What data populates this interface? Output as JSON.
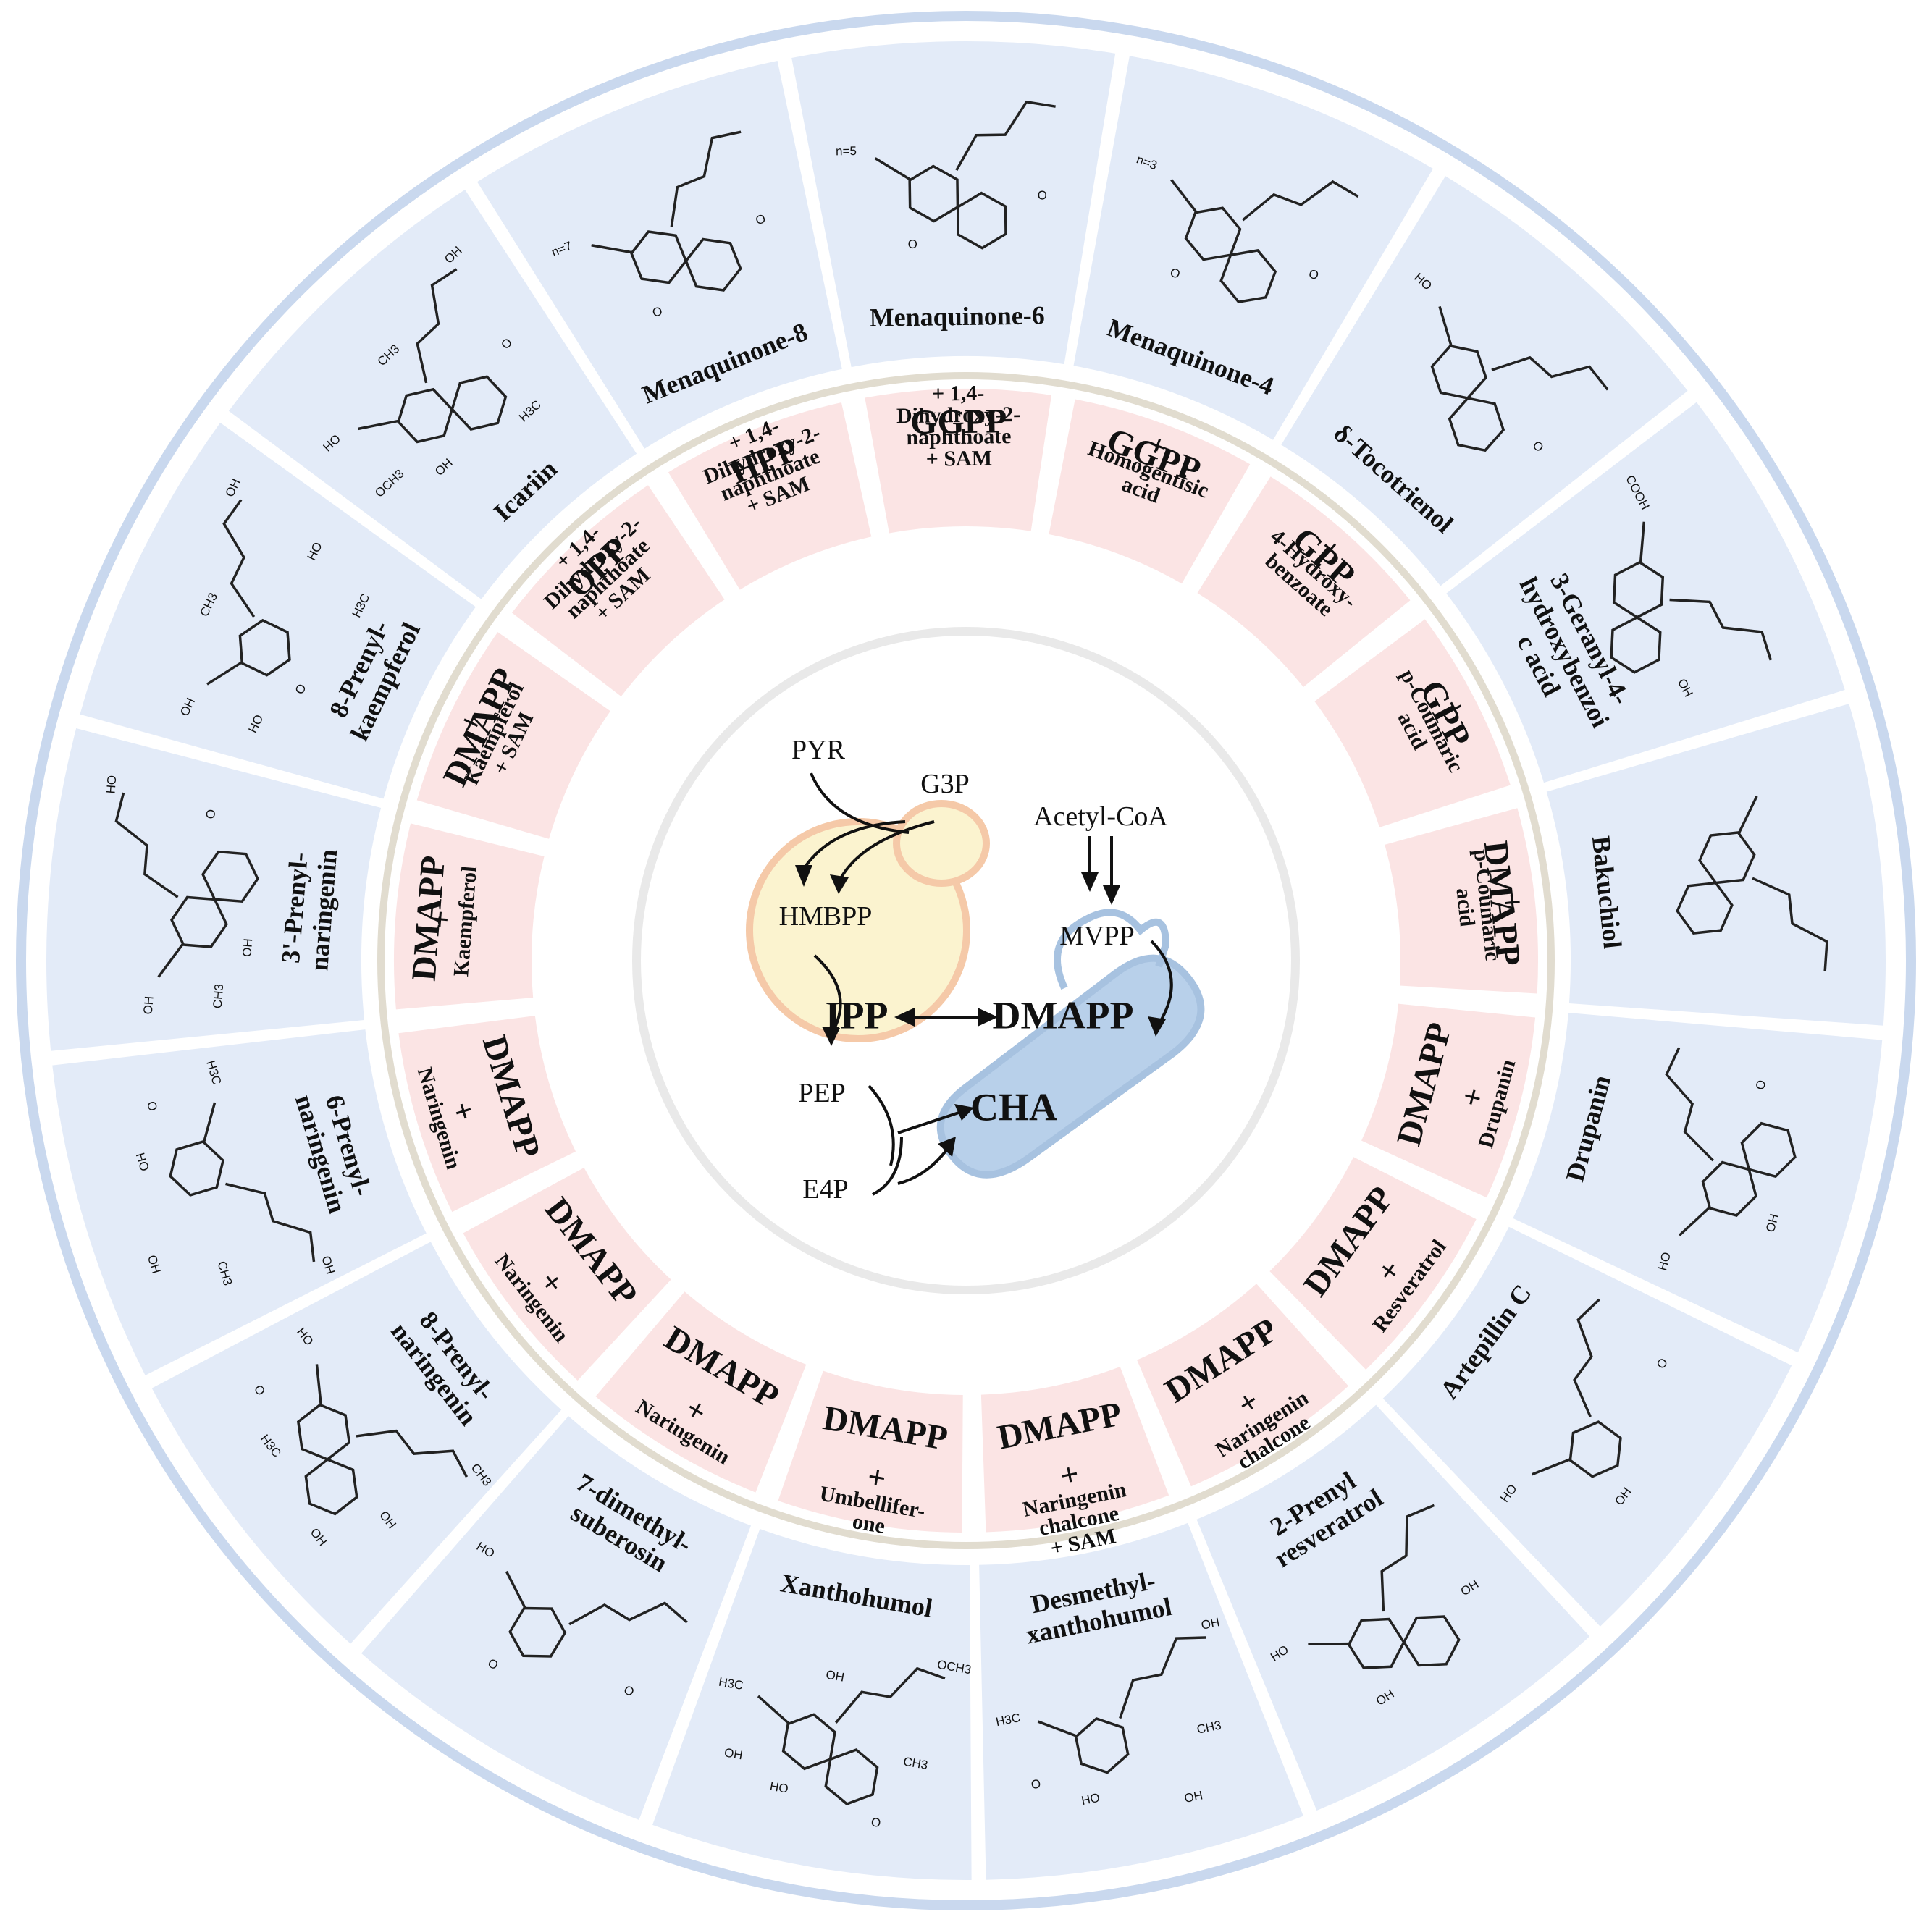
{
  "outer_products": [
    {
      "name": [
        "Drupanin"
      ],
      "atoms": [
        "HO",
        "O",
        "OH"
      ]
    },
    {
      "name": [
        "Artepillin C"
      ],
      "atoms": [
        "HO",
        "O",
        "OH"
      ]
    },
    {
      "name": [
        "2-Prenyl",
        "resveratrol"
      ],
      "atoms": [
        "HO",
        "OH",
        "OH"
      ]
    },
    {
      "name": [
        "Desmethyl-",
        "xanthohumol"
      ],
      "atoms": [
        "H3C",
        "CH3",
        "HO",
        "OH",
        "O",
        "OH"
      ]
    },
    {
      "name": [
        "Xanthohumol"
      ],
      "atoms": [
        "H3C",
        "CH3",
        "HO",
        "OCH3",
        "OH",
        "O",
        "OH"
      ]
    },
    {
      "name": [
        "7-dimethyl-",
        "suberosin"
      ],
      "atoms": [
        "HO",
        "O",
        "O"
      ]
    },
    {
      "name": [
        "8-Prenyl-",
        "naringenin"
      ],
      "atoms": [
        "HO",
        "OH",
        "H3C",
        "CH3",
        "O",
        "OH"
      ]
    },
    {
      "name": [
        "6-Prenyl-",
        "naringenin"
      ],
      "atoms": [
        "H3C",
        "CH3",
        "HO",
        "OH",
        "O",
        "OH"
      ]
    },
    {
      "name": [
        "3'-Prenyl-",
        "naringenin"
      ],
      "atoms": [
        "OH",
        "O",
        "OH",
        "HO",
        "CH3"
      ]
    },
    {
      "name": [
        "8-Prenyl-",
        "kaempferol"
      ],
      "atoms": [
        "OH",
        "HO",
        "O",
        "OH",
        "HO",
        "H3C",
        "CH3"
      ]
    },
    {
      "name": [
        "Icariin"
      ],
      "atoms": [
        "HO",
        "O",
        "OH",
        "OH",
        "OCH3",
        "H3C",
        "CH3"
      ]
    },
    {
      "name": [
        "Menaquinone-8"
      ],
      "atoms": [
        "n=7",
        "O",
        "O"
      ]
    },
    {
      "name": [
        "Menaquinone-6"
      ],
      "atoms": [
        "n=5",
        "O",
        "O"
      ]
    },
    {
      "name": [
        "Menaquinone-4"
      ],
      "atoms": [
        "n=3",
        "O",
        "O"
      ]
    },
    {
      "name": [
        "δ-Tocotrienol"
      ],
      "atoms": [
        "HO",
        "O"
      ]
    },
    {
      "name": [
        "3-Geranyl-4-",
        "hydroxybenzoi",
        "c acid"
      ],
      "atoms": [
        "COOH",
        "OH"
      ]
    },
    {
      "name": [
        "Bakuchiol"
      ],
      "atoms": []
    }
  ],
  "substrates": [
    {
      "big": "DMAPP",
      "lines": [
        "+",
        "Drupanin"
      ]
    },
    {
      "big": "DMAPP",
      "lines": [
        "+",
        "Resveratrol"
      ]
    },
    {
      "big": "DMAPP",
      "lines": [
        "+",
        "Naringenin",
        "chalcone"
      ]
    },
    {
      "big": "DMAPP",
      "lines": [
        "+",
        "Naringenin",
        "chalcone",
        "+ SAM"
      ]
    },
    {
      "big": "DMAPP",
      "lines": [
        "+",
        "Umbellifer-",
        "one"
      ]
    },
    {
      "big": "DMAPP",
      "lines": [
        "+",
        "Naringenin"
      ]
    },
    {
      "big": "DMAPP",
      "lines": [
        "+",
        "Naringenin"
      ]
    },
    {
      "big": "DMAPP",
      "lines": [
        "+",
        "Naringenin"
      ]
    },
    {
      "big": "DMAPP",
      "lines": [
        "+",
        "Kaempferol"
      ]
    },
    {
      "big": "DMAPP",
      "lines": [
        "+",
        "Kaempferol",
        "+ SAM"
      ]
    },
    {
      "big": "OPP",
      "lines": [
        "+ 1,4-",
        "Dihydroxy-2-",
        "naphthoate",
        "+ SAM"
      ]
    },
    {
      "big": "HPP",
      "lines": [
        "+ 1,4-",
        "Dihydroxy-2-",
        "naphthoate",
        "+ SAM"
      ]
    },
    {
      "big": "GGPP",
      "lines": [
        "+ 1,4-",
        "Dihydroxy-2-",
        "naphthoate",
        "+ SAM"
      ]
    },
    {
      "big": "GGPP",
      "lines": [
        "+",
        "Homogentisic",
        "acid"
      ]
    },
    {
      "big": "GPP",
      "lines": [
        "+",
        "4-Hydroxy-",
        "benzoate"
      ]
    },
    {
      "big": "GPP",
      "lines": [
        "+",
        "p-Coumaric",
        "acid"
      ]
    },
    {
      "big": "DMAPP",
      "lines": [
        "+",
        "p-Coumaric",
        "acid"
      ]
    }
  ],
  "center": {
    "pyr": "PYR",
    "g3p": "G3P",
    "hmbpp": "HMBPP",
    "ipp": "IPP",
    "dmapp": "DMAPP",
    "acetyl_coa": "Acetyl-CoA",
    "mvpp": "MVPP",
    "pep": "PEP",
    "e4p": "E4P",
    "cha": "CHA"
  },
  "colors": {
    "outer_ring": "#c9d8ee",
    "outer_sector": "#e3ebf8",
    "inner_boundary": "#e1dccf",
    "substrate_sector": "#fbe4e4",
    "center_circle": "#e9e9e9",
    "yeast_fill": "#fbf3cf",
    "yeast_stroke": "#f5c9a8",
    "bacterium_fill": "#b8d0ea",
    "bacterium_stroke": "#a7c2e0"
  }
}
